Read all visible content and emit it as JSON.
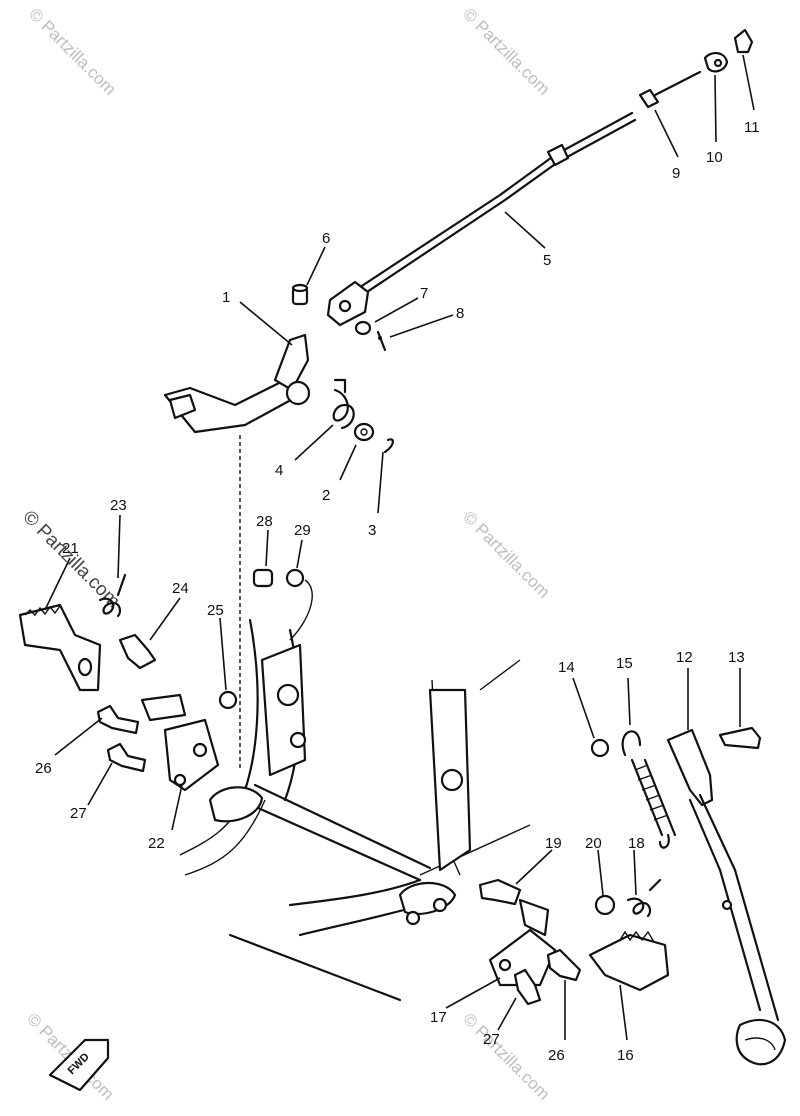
{
  "watermark": {
    "text": "© Partzilla.com"
  },
  "fwd_label": "FWD",
  "callouts": {
    "p1": "1",
    "p2": "2",
    "p3": "3",
    "p4": "4",
    "p5": "5",
    "p6": "6",
    "p7": "7",
    "p8": "8",
    "p9": "9",
    "p10": "10",
    "p11": "11",
    "p12": "12",
    "p13": "13",
    "p14": "14",
    "p15": "15",
    "p16": "16",
    "p17": "17",
    "p18": "18",
    "p19": "19",
    "p20": "20",
    "p21": "21",
    "p22": "22",
    "p23": "23",
    "p24": "24",
    "p25": "25",
    "p26a": "26",
    "p26b": "26",
    "p27a": "27",
    "p27b": "27",
    "p28": "28",
    "p29": "29"
  }
}
